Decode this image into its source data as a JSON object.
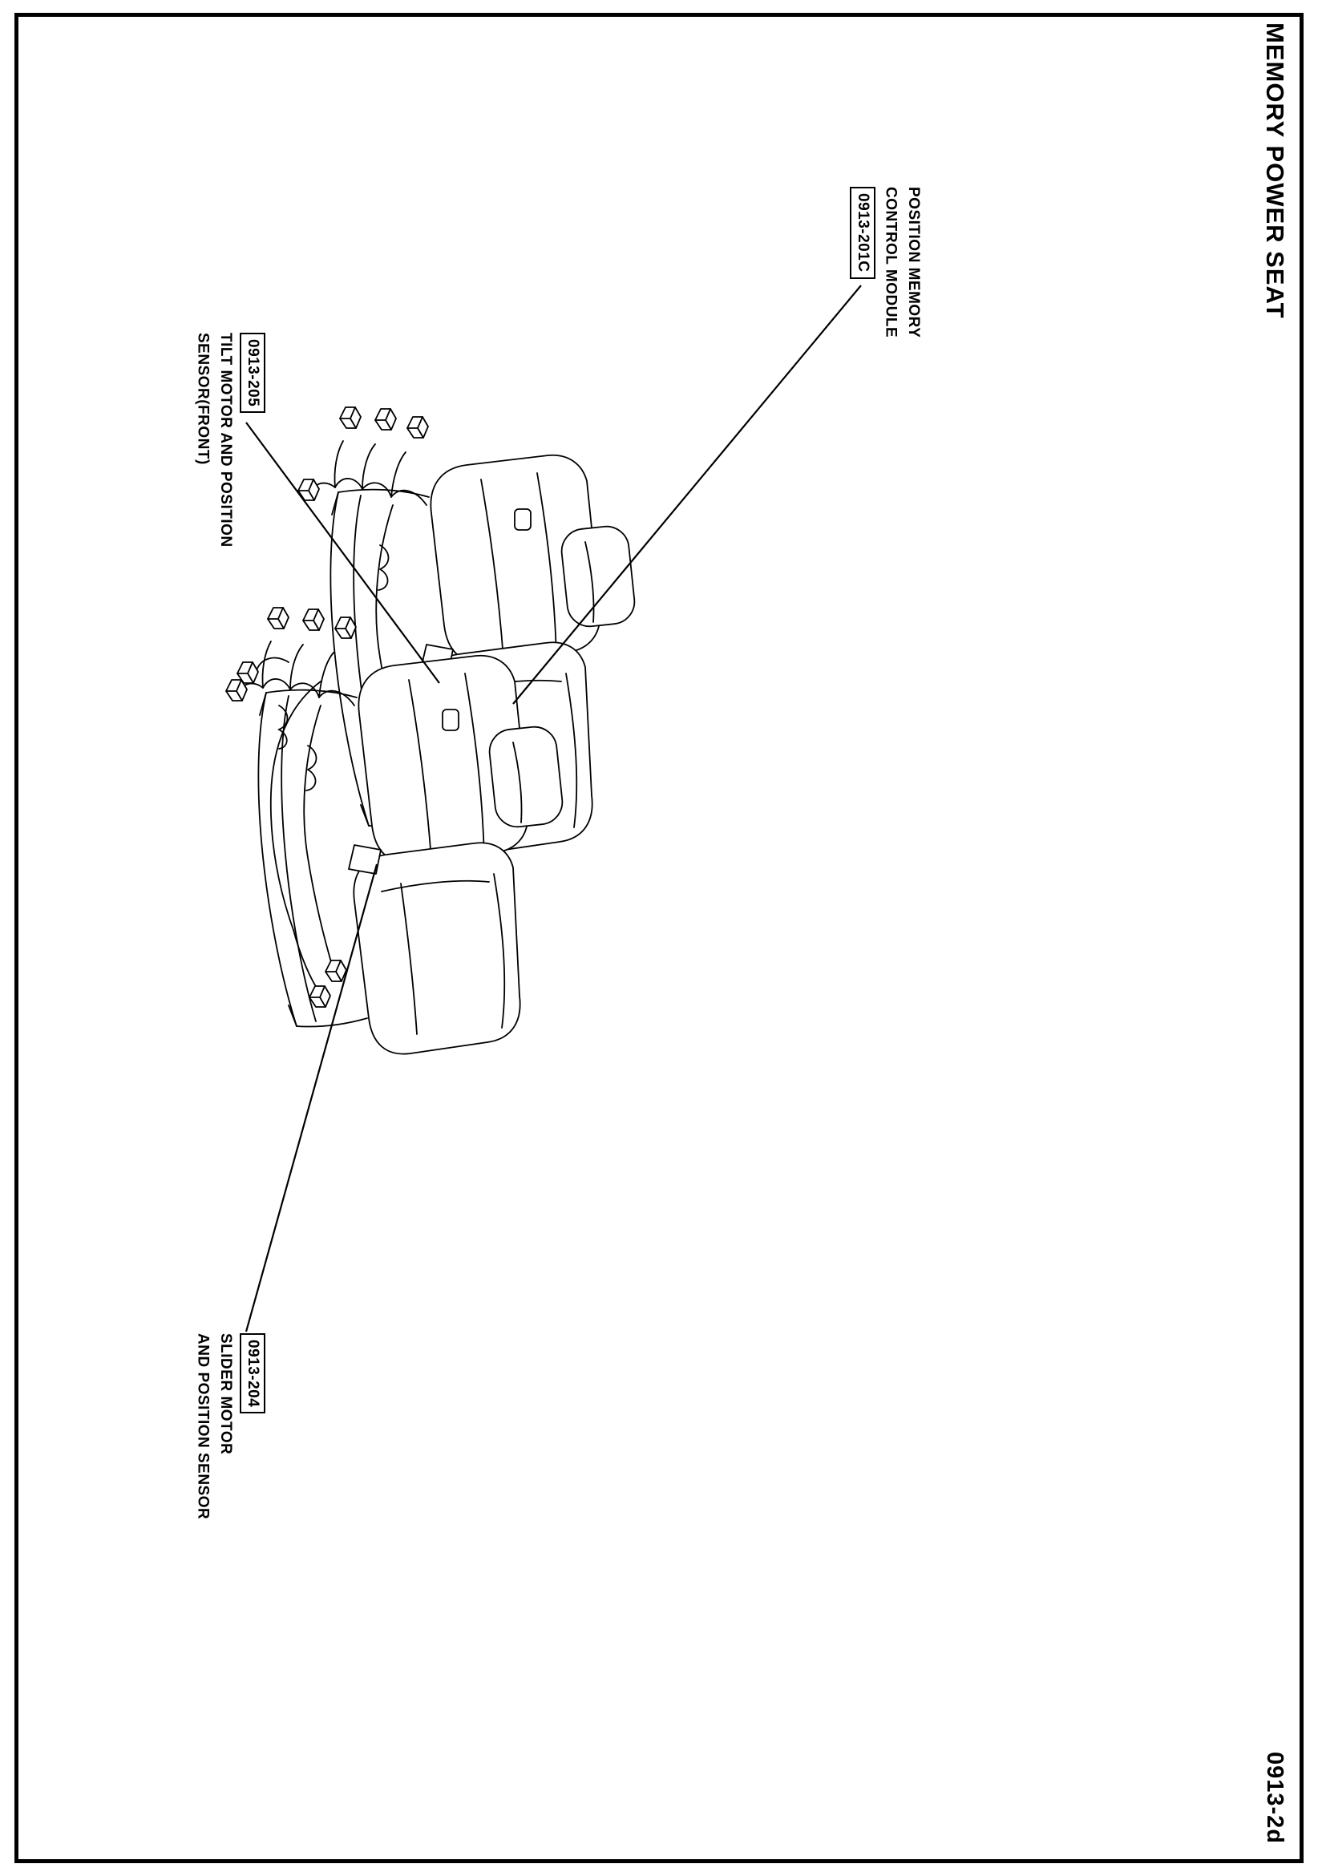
{
  "page": {
    "title": "MEMORY POWER SEAT",
    "figure_number": "0913-2d"
  },
  "callouts": {
    "position_memory_control_module": {
      "description_line1": "POSITION MEMORY",
      "description_line2": "CONTROL MODULE",
      "ref": "0913-201C"
    },
    "tilt_motor": {
      "ref": "0913-205",
      "description_line1": "TILT MOTOR AND POSITION",
      "description_line2": "SENSOR(FRONT)"
    },
    "slider_motor": {
      "ref": "0913-204",
      "description_line1": "SLIDER MOTOR",
      "description_line2": "AND POSITION SENSOR"
    }
  },
  "colors": {
    "ink": "#000000",
    "paper": "#ffffff"
  }
}
